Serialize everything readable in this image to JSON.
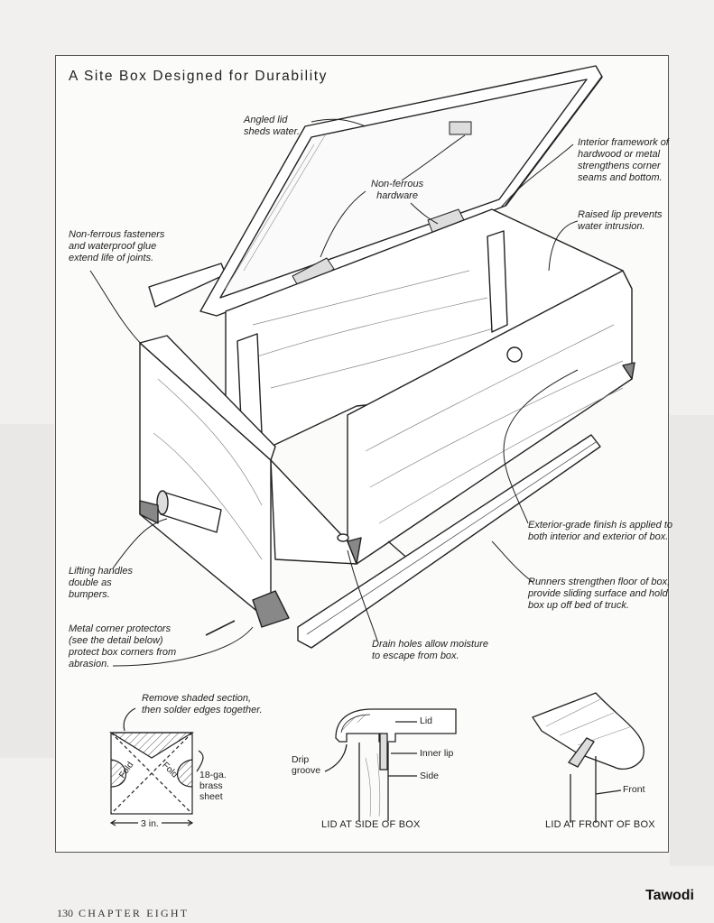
{
  "figure": {
    "title": "A Site Box Designed for Durability"
  },
  "callouts": {
    "angled_lid": "Angled lid\nsheds water.",
    "interior_framework": "Interior framework of\nhardwood or metal\nstrengthens corner\nseams and bottom.",
    "non_ferrous_hardware": "Non-ferrous\nhardware",
    "raised_lip": "Raised lip prevents\nwater intrusion.",
    "fasteners": "Non-ferrous fasteners\nand waterproof glue\nextend life of joints.",
    "exterior_finish": "Exterior-grade finish is applied to\nboth interior and exterior of box.",
    "runners": "Runners strengthen floor of box,\nprovide sliding surface and hold\nbox up off bed of truck.",
    "lifting_handles": "Lifting handles\ndouble as\nbumpers.",
    "corner_protectors": "Metal corner protectors\n(see the detail below)\nprotect box corners from\nabrasion.",
    "drain_holes": "Drain holes allow moisture\nto escape from box.",
    "remove_shaded": "Remove shaded section,\nthen solder edges together."
  },
  "details": {
    "corner_sheet": {
      "fold_label": "Fold",
      "material": "18-ga.\nbrass\nsheet",
      "dimension": "3 in."
    },
    "lid_side": {
      "caption": "LID AT SIDE OF BOX",
      "lid": "Lid",
      "inner_lip": "Inner lip",
      "side": "Side",
      "drip_groove": "Drip\ngroove"
    },
    "lid_front": {
      "caption": "LID AT FRONT OF BOX",
      "front": "Front"
    }
  },
  "footer": {
    "page_number": "130",
    "chapter": "CHAPTER EIGHT"
  },
  "watermark": "Tawodi"
}
